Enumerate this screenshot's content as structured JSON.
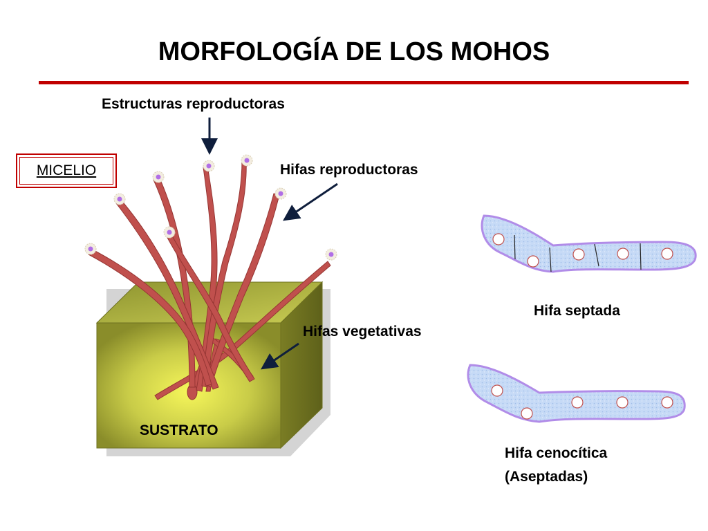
{
  "title": "MORFOLOGÍA DE LOS MOHOS",
  "labels": {
    "estructuras": "Estructuras reproductoras",
    "micelio": "MICELIO",
    "hifas_reproductoras": "Hifas reproductoras",
    "hifas_vegetativas": "Hifas vegetativas",
    "sustrato": "SUSTRATO",
    "hifa_septada": "Hifa septada",
    "hifa_cenocitica_line1": "Hifa cenocítica",
    "hifa_cenocitica_line2": "(Aseptadas)"
  },
  "colors": {
    "accent_red": "#c00000",
    "hypha": "#c0504d",
    "hypha_dark": "#963634",
    "substrate": "#a3a83a",
    "substrate_glow": "#f6f65a",
    "cell_fill": "#c8dcf5",
    "cell_border": "#b18ce8",
    "arrow": "#0f1e3c",
    "spore": "#b06ee6"
  }
}
